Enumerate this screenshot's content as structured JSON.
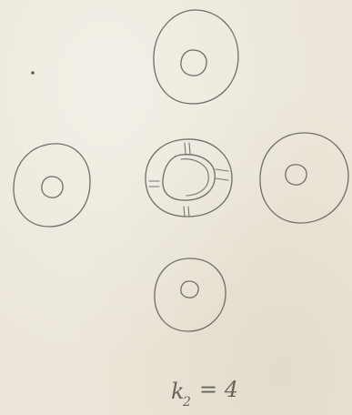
{
  "diagram": {
    "equation": {
      "symbol": "k",
      "subscript": "2",
      "relation": "= 4"
    },
    "colors": {
      "paper": "#ece7da",
      "ink": "#6f6d68"
    }
  }
}
